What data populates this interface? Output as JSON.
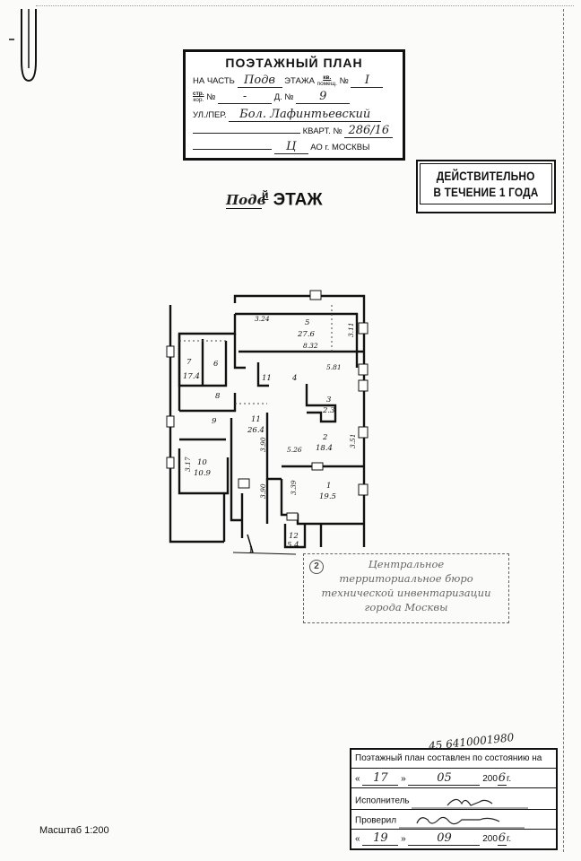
{
  "stamp": {
    "title": "ПОЭТАЖНЫЙ ПЛАН",
    "on_part": "НА ЧАСТЬ",
    "on_part_value": "Подв",
    "floor": "ЭТАЖА",
    "room_frac_top": "кв.",
    "room_frac_bottom": "помещ.",
    "no_sign": "№",
    "room_value": "I",
    "bld_frac_top": "стр.",
    "bld_frac_bottom": "кор.",
    "bld_no": "№",
    "bld_value": "-",
    "house": "Д. №",
    "house_value": "9",
    "street": "УЛ./ПЕР.",
    "street_value": "Бол. Лафинтьевский",
    "block": "КВАРТ. №",
    "block_value": "286/16",
    "district_value": "Ц",
    "district": "АО г. МОСКВЫ"
  },
  "valid": {
    "line1": "ДЕЙСТВИТЕЛЬНО",
    "line2": "В ТЕЧЕНИЕ 1 ГОДА"
  },
  "floor_title": {
    "prefix": "Подв",
    "suffix": "й",
    "word": "ЭТАЖ"
  },
  "plan": {
    "rooms": [
      {
        "no": "5",
        "area": "27.6"
      },
      {
        "no": "7",
        "area": "17.4"
      },
      {
        "no": "6",
        "area": ""
      },
      {
        "no": "11",
        "area": ""
      },
      {
        "no": "4",
        "area": ""
      },
      {
        "no": "3",
        "area": "2.3"
      },
      {
        "no": "8",
        "area": ""
      },
      {
        "no": "9",
        "area": ""
      },
      {
        "no": "11",
        "area": "26.4"
      },
      {
        "no": "2",
        "area": "18.4"
      },
      {
        "no": "10",
        "area": "10.9"
      },
      {
        "no": "1",
        "area": "19.5"
      },
      {
        "no": "12",
        "area": "5.4"
      }
    ],
    "dims": [
      "3.24",
      "8.32",
      "3.11",
      "5.81",
      "3.90",
      "5.26",
      "3.51",
      "3.39",
      "3.90",
      "3.17"
    ],
    "section_mark": "I"
  },
  "seal": {
    "number": "2",
    "line1": "Центральное",
    "line2": "территориальное бюро",
    "line3": "технической инвентаризации",
    "line4": "города Москвы"
  },
  "footer": {
    "serial": "45 6410001980",
    "compiled": "Поэтажный план составлен по состоянию на",
    "q": "«",
    "q2": "»",
    "day1": "17",
    "month1": "05",
    "year_prefix": "200",
    "year1": "6",
    "year_suffix": "г.",
    "executor": "Исполнитель",
    "checked": "Проверил",
    "day2": "19",
    "month2": "09",
    "year2": "6"
  },
  "scale": "Масштаб 1:200"
}
